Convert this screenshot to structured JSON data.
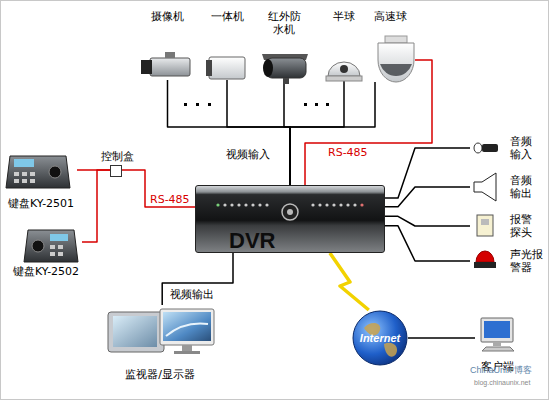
{
  "diagram": {
    "nodes": [
      {
        "text": [
          "摄像机"
        ]
      },
      {
        "text": [
          "一体机"
        ]
      },
      {
        "text": [
          "红外防 水机"
        ]
      },
      {
        "text": [
          "半球"
        ]
      },
      {
        "text": [
          "高速球"
        ]
      },
      {
        "text": [
          "键盘KY-2501"
        ]
      },
      {
        "text": [
          "键盘KY-2502"
        ]
      },
      {
        "text": [
          "控制盒"
        ]
      },
      {
        "text": [
          "DVR"
        ]
      },
      {
        "text": [
          "音频 输入"
        ]
      },
      {
        "text": [
          "音频 输出"
        ]
      },
      {
        "text": [
          "报警 探头"
        ]
      },
      {
        "text": [
          "声光报 警器"
        ]
      },
      {
        "text": [
          "Internet"
        ]
      },
      {
        "text": [
          "客户端"
        ]
      },
      {
        "text": [
          "监视器/显示器"
        ]
      }
    ],
    "edges": [
      {
        "from": 0,
        "to": 8,
        "arrow": "none"
      },
      {
        "from": 1,
        "to": 8,
        "arrow": "none"
      },
      {
        "from": 2,
        "to": 8,
        "arrow": "none",
        "label": "视频输入"
      },
      {
        "from": 3,
        "to": 8,
        "arrow": "none"
      },
      {
        "from": 4,
        "to": 8,
        "arrow": "none"
      },
      {
        "from": 4,
        "to": 8,
        "arrow": "none",
        "label": "RS-485"
      },
      {
        "from": 5,
        "to": 7,
        "arrow": "none"
      },
      {
        "from": 6,
        "to": 7,
        "arrow": "none"
      },
      {
        "from": 7,
        "to": 8,
        "arrow": "none",
        "label": "RS-485"
      },
      {
        "from": 8,
        "to": 9,
        "arrow": "none"
      },
      {
        "from": 8,
        "to": 10,
        "arrow": "none"
      },
      {
        "from": 8,
        "to": 11,
        "arrow": "none"
      },
      {
        "from": 8,
        "to": 12,
        "arrow": "none"
      },
      {
        "from": 8,
        "to": 13,
        "arrow": "none"
      },
      {
        "from": 13,
        "to": 14,
        "arrow": "none"
      },
      {
        "from": 8,
        "to": 15,
        "arrow": "none",
        "label": "视频输出"
      }
    ],
    "labels": [
      "ChinaUnix 博客",
      "blog.chinaunix.net"
    ]
  }
}
